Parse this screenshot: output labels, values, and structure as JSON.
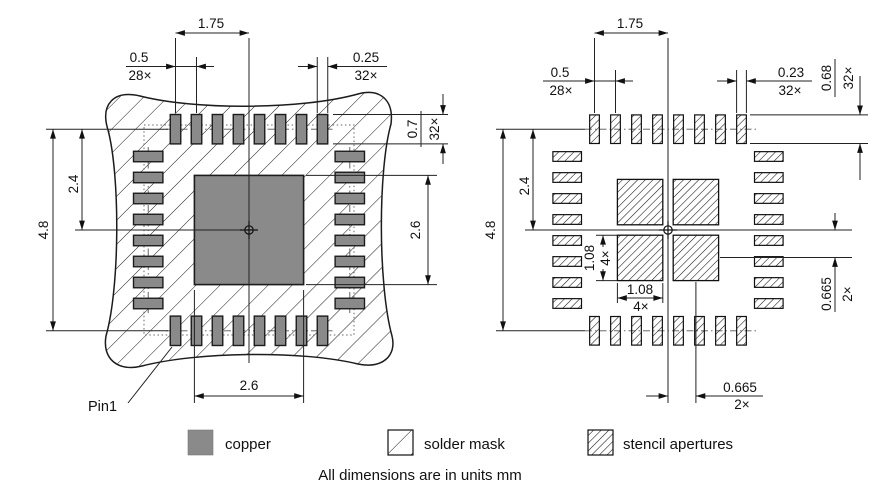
{
  "colors": {
    "copper": "#8a8a8a",
    "line": "#1c1c1c"
  },
  "left_view": {
    "pad_span": "1.75",
    "pitch": "0.5",
    "pitch_count": "28×",
    "pad_width": "0.25",
    "pad_width_count": "32×",
    "pad_length": "0.7",
    "pad_length_count": "32×",
    "row_to_center": "2.4",
    "row_to_row": "4.8",
    "thermal_height": "2.6",
    "thermal_width": "2.6",
    "pin1_label": "Pin1"
  },
  "right_view": {
    "pad_span": "1.75",
    "pitch": "0.5",
    "pitch_count": "28×",
    "aperture_width": "0.23",
    "aperture_width_count": "32×",
    "aperture_length": "0.68",
    "aperture_length_count": "32×",
    "row_to_center": "2.4",
    "row_to_row": "4.8",
    "square_size_v": "1.08",
    "square_size_v_count": "4×",
    "square_size_h": "1.08",
    "square_size_h_count": "4×",
    "square_offset_v": "0.665",
    "square_offset_v_count": "2×",
    "square_offset_h": "0.665",
    "square_offset_h_count": "2×"
  },
  "legend": {
    "copper": "copper",
    "solder_mask": "solder mask",
    "stencil_apertures": "stencil apertures"
  },
  "note": "All dimensions are in units mm"
}
